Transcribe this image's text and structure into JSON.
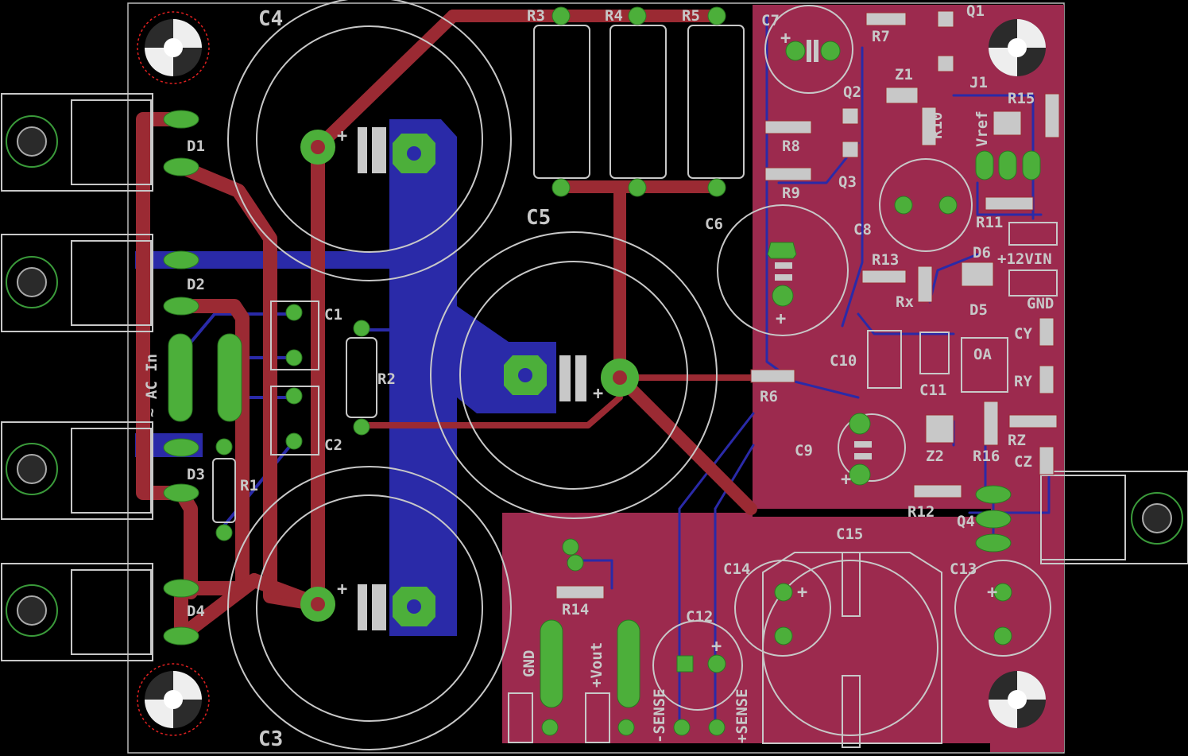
{
  "colors": {
    "background": "#000000",
    "top_copper": "#9b2a33",
    "bottom_copper": "#2a2aa8",
    "top_pour": "#9c2a4e",
    "pad": "#4caf3a",
    "silkscreen": "#c8c8c8",
    "mount_hole": "#e02020"
  },
  "labels": {
    "C4": "C4",
    "C3": "C3",
    "C5": "C5",
    "C6": "C6",
    "C1": "C1",
    "C2": "C2",
    "R1": "R1",
    "R2": "R2",
    "R3": "R3",
    "R4": "R4",
    "R5": "R5",
    "D1": "D1",
    "D2": "D2",
    "D3": "D3",
    "D4": "D4",
    "ACIN": "~ AC In",
    "C7": "C7",
    "R7": "R7",
    "Q1": "Q1",
    "J1": "J1",
    "Z1": "Z1",
    "Q2": "Q2",
    "R8": "R8",
    "R9": "R9",
    "Q3": "Q3",
    "R10": "R10",
    "Vref": "Vref",
    "R15": "R15",
    "C8": "C8",
    "R11": "R11",
    "R13": "R13",
    "Rx": "Rx",
    "D6": "D6",
    "VIN": "+12VIN",
    "GND": "GND",
    "D5": "D5",
    "CY": "CY",
    "OA": "OA",
    "C10": "C10",
    "C11": "C11",
    "RY": "RY",
    "R6": "R6",
    "C9": "C9",
    "Z2": "Z2",
    "R16": "R16",
    "RZ": "RZ",
    "CZ": "CZ",
    "R12": "R12",
    "Q4": "Q4",
    "C15": "C15",
    "C14": "C14",
    "C13": "C13",
    "R14": "R14",
    "C12": "C12",
    "GNDOUT": "GND",
    "VOUT": "+Vout",
    "NSENSE": "-SENSE",
    "PSENSE": "+SENSE"
  }
}
